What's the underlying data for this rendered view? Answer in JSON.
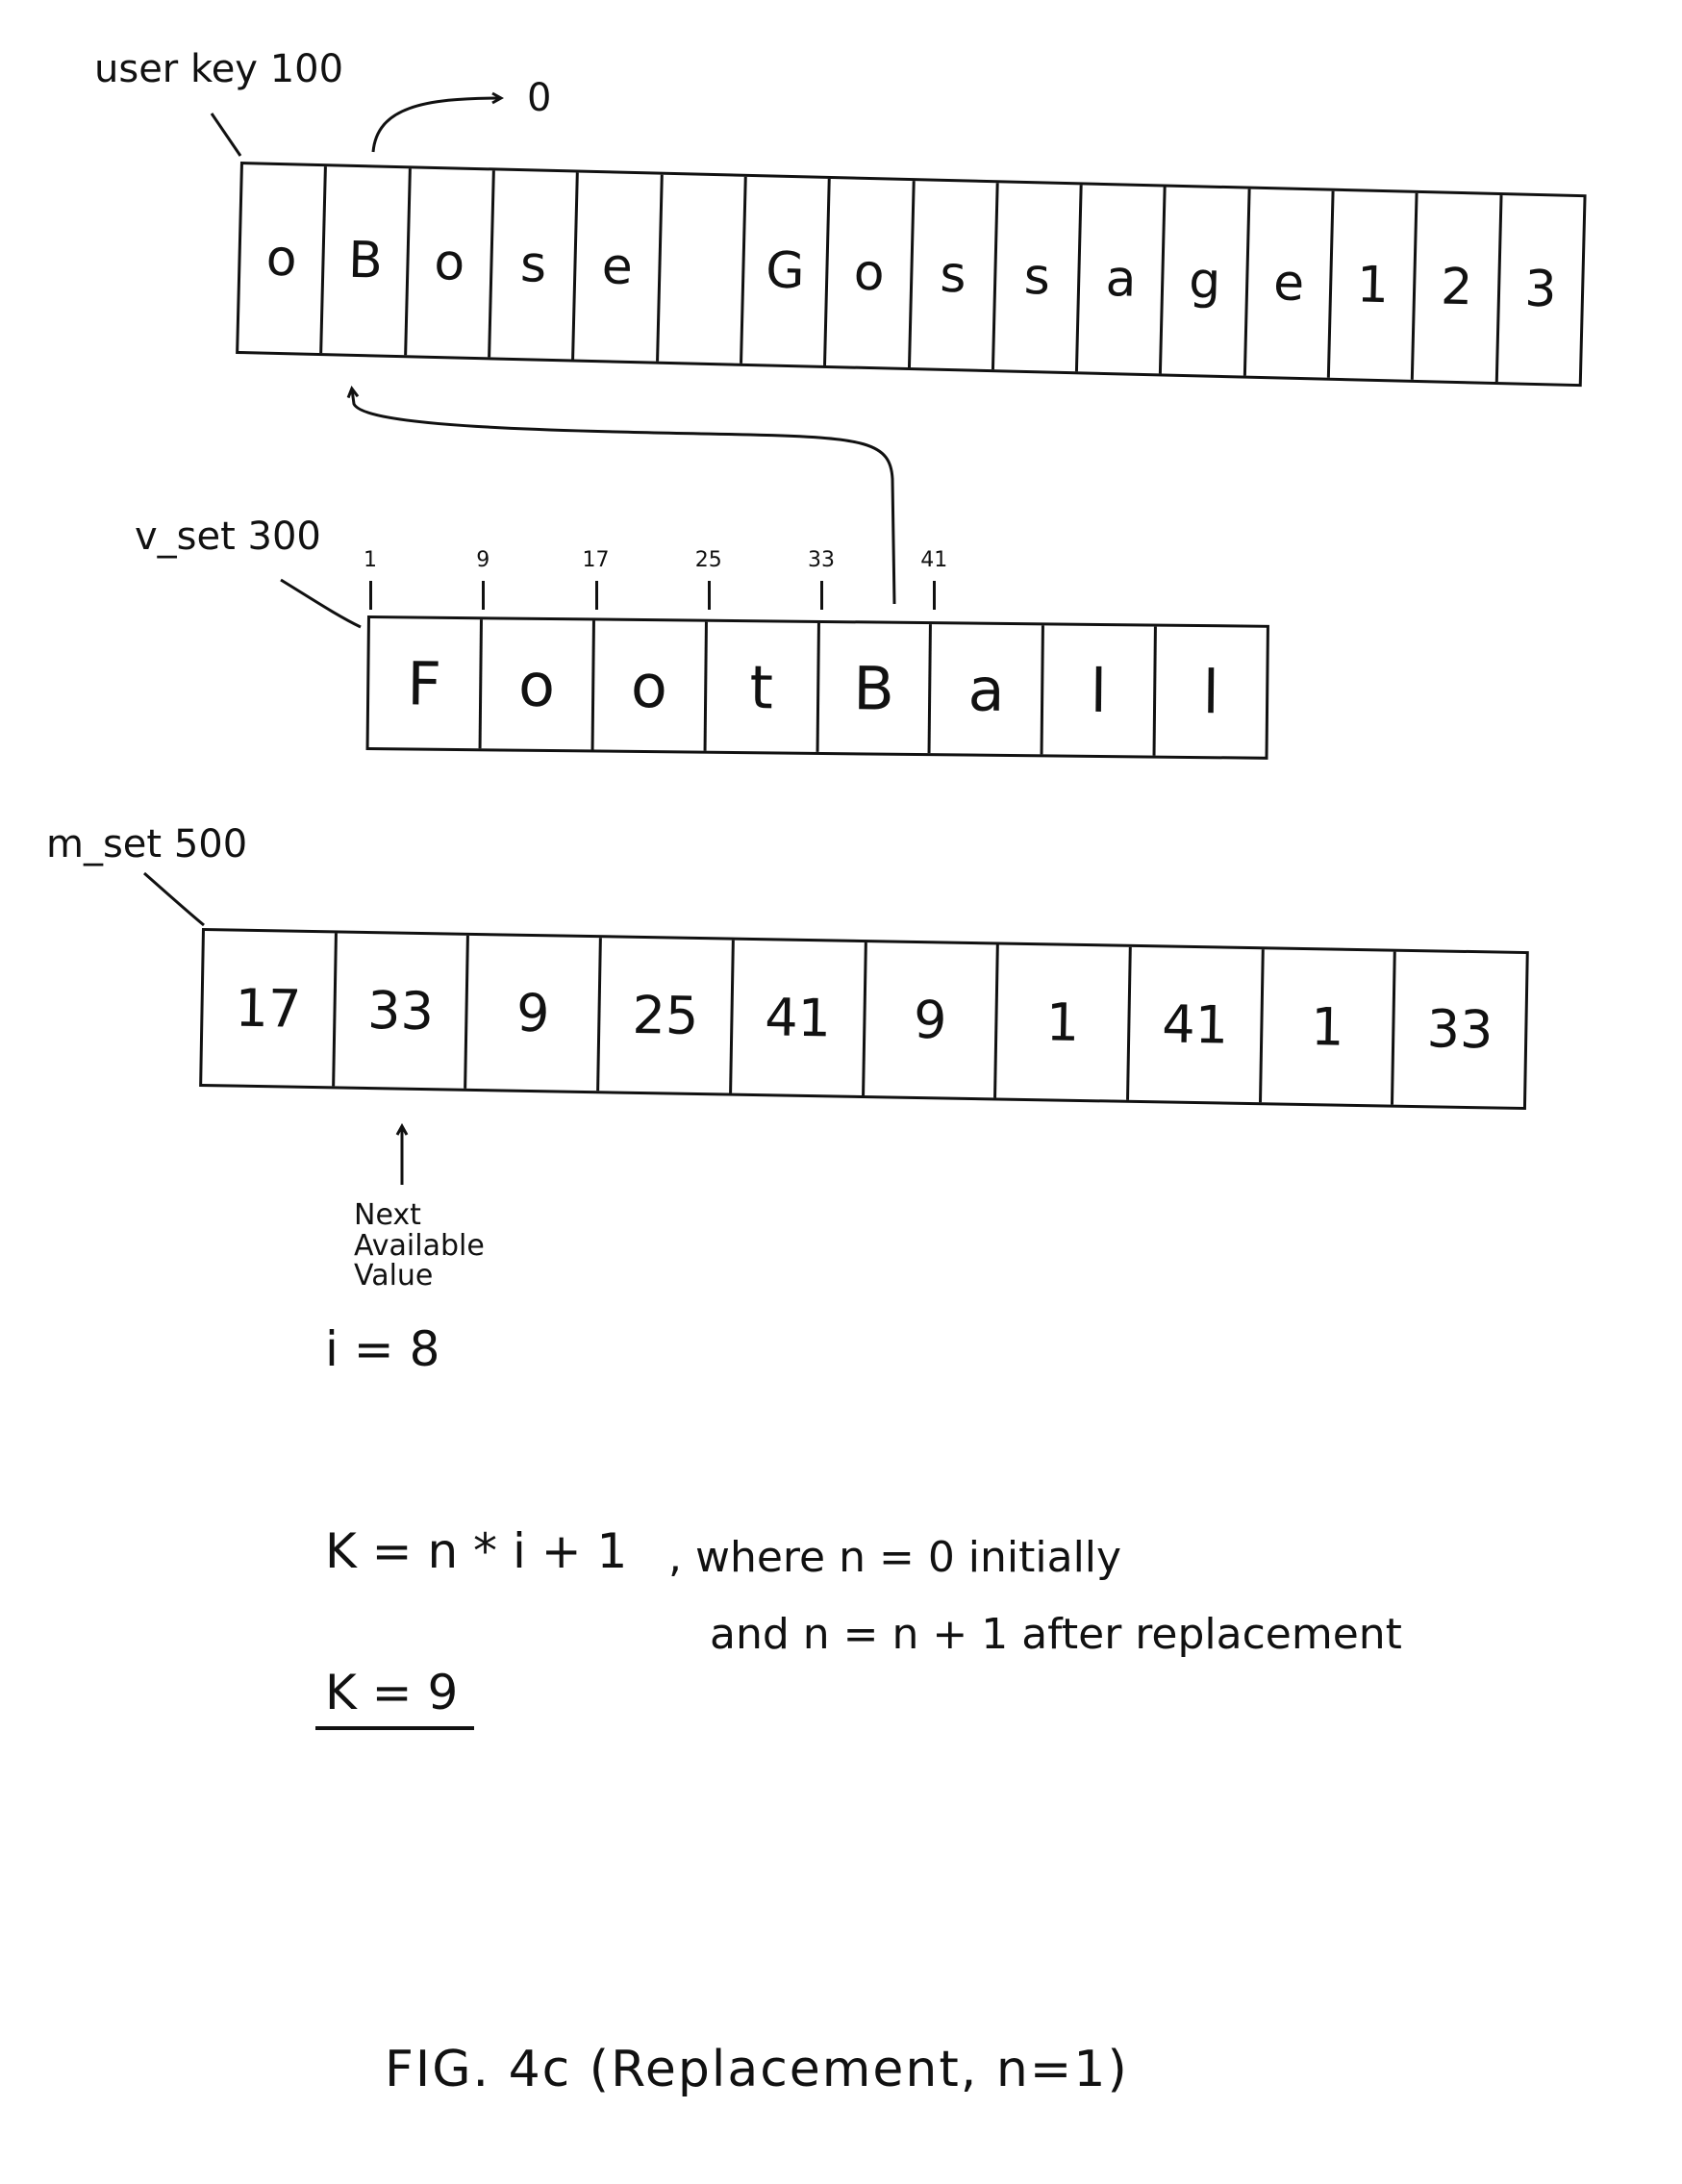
{
  "labels": {
    "user_key": "user key 100",
    "user_key_arrow_target": "0",
    "v_set": "v_set 300",
    "m_set": "m_set 500",
    "next_available": [
      "Next",
      "Available",
      "Value"
    ],
    "i_value": "i = 8",
    "formula_main": "K = n * i + 1",
    "formula_where": ", where n = 0 initially",
    "formula_and": "and n = n + 1 after replacement",
    "k_result": "K = 9",
    "caption": "FIG. 4c (Replacement, n=1)"
  },
  "user_key_cells": [
    "o",
    "B",
    "o",
    "s",
    "e",
    "",
    "G",
    "o",
    "s",
    "s",
    "a",
    "g",
    "e",
    "1",
    "2",
    "3"
  ],
  "v_set_ticks": [
    "1",
    "9",
    "17",
    "25",
    "33",
    "41"
  ],
  "v_set_cells": [
    "F",
    "o",
    "o",
    "t",
    "B",
    "a",
    "l",
    "l"
  ],
  "m_set_cells": [
    "17",
    "33",
    "9",
    "25",
    "41",
    "9",
    "1",
    "41",
    "1",
    "33"
  ]
}
